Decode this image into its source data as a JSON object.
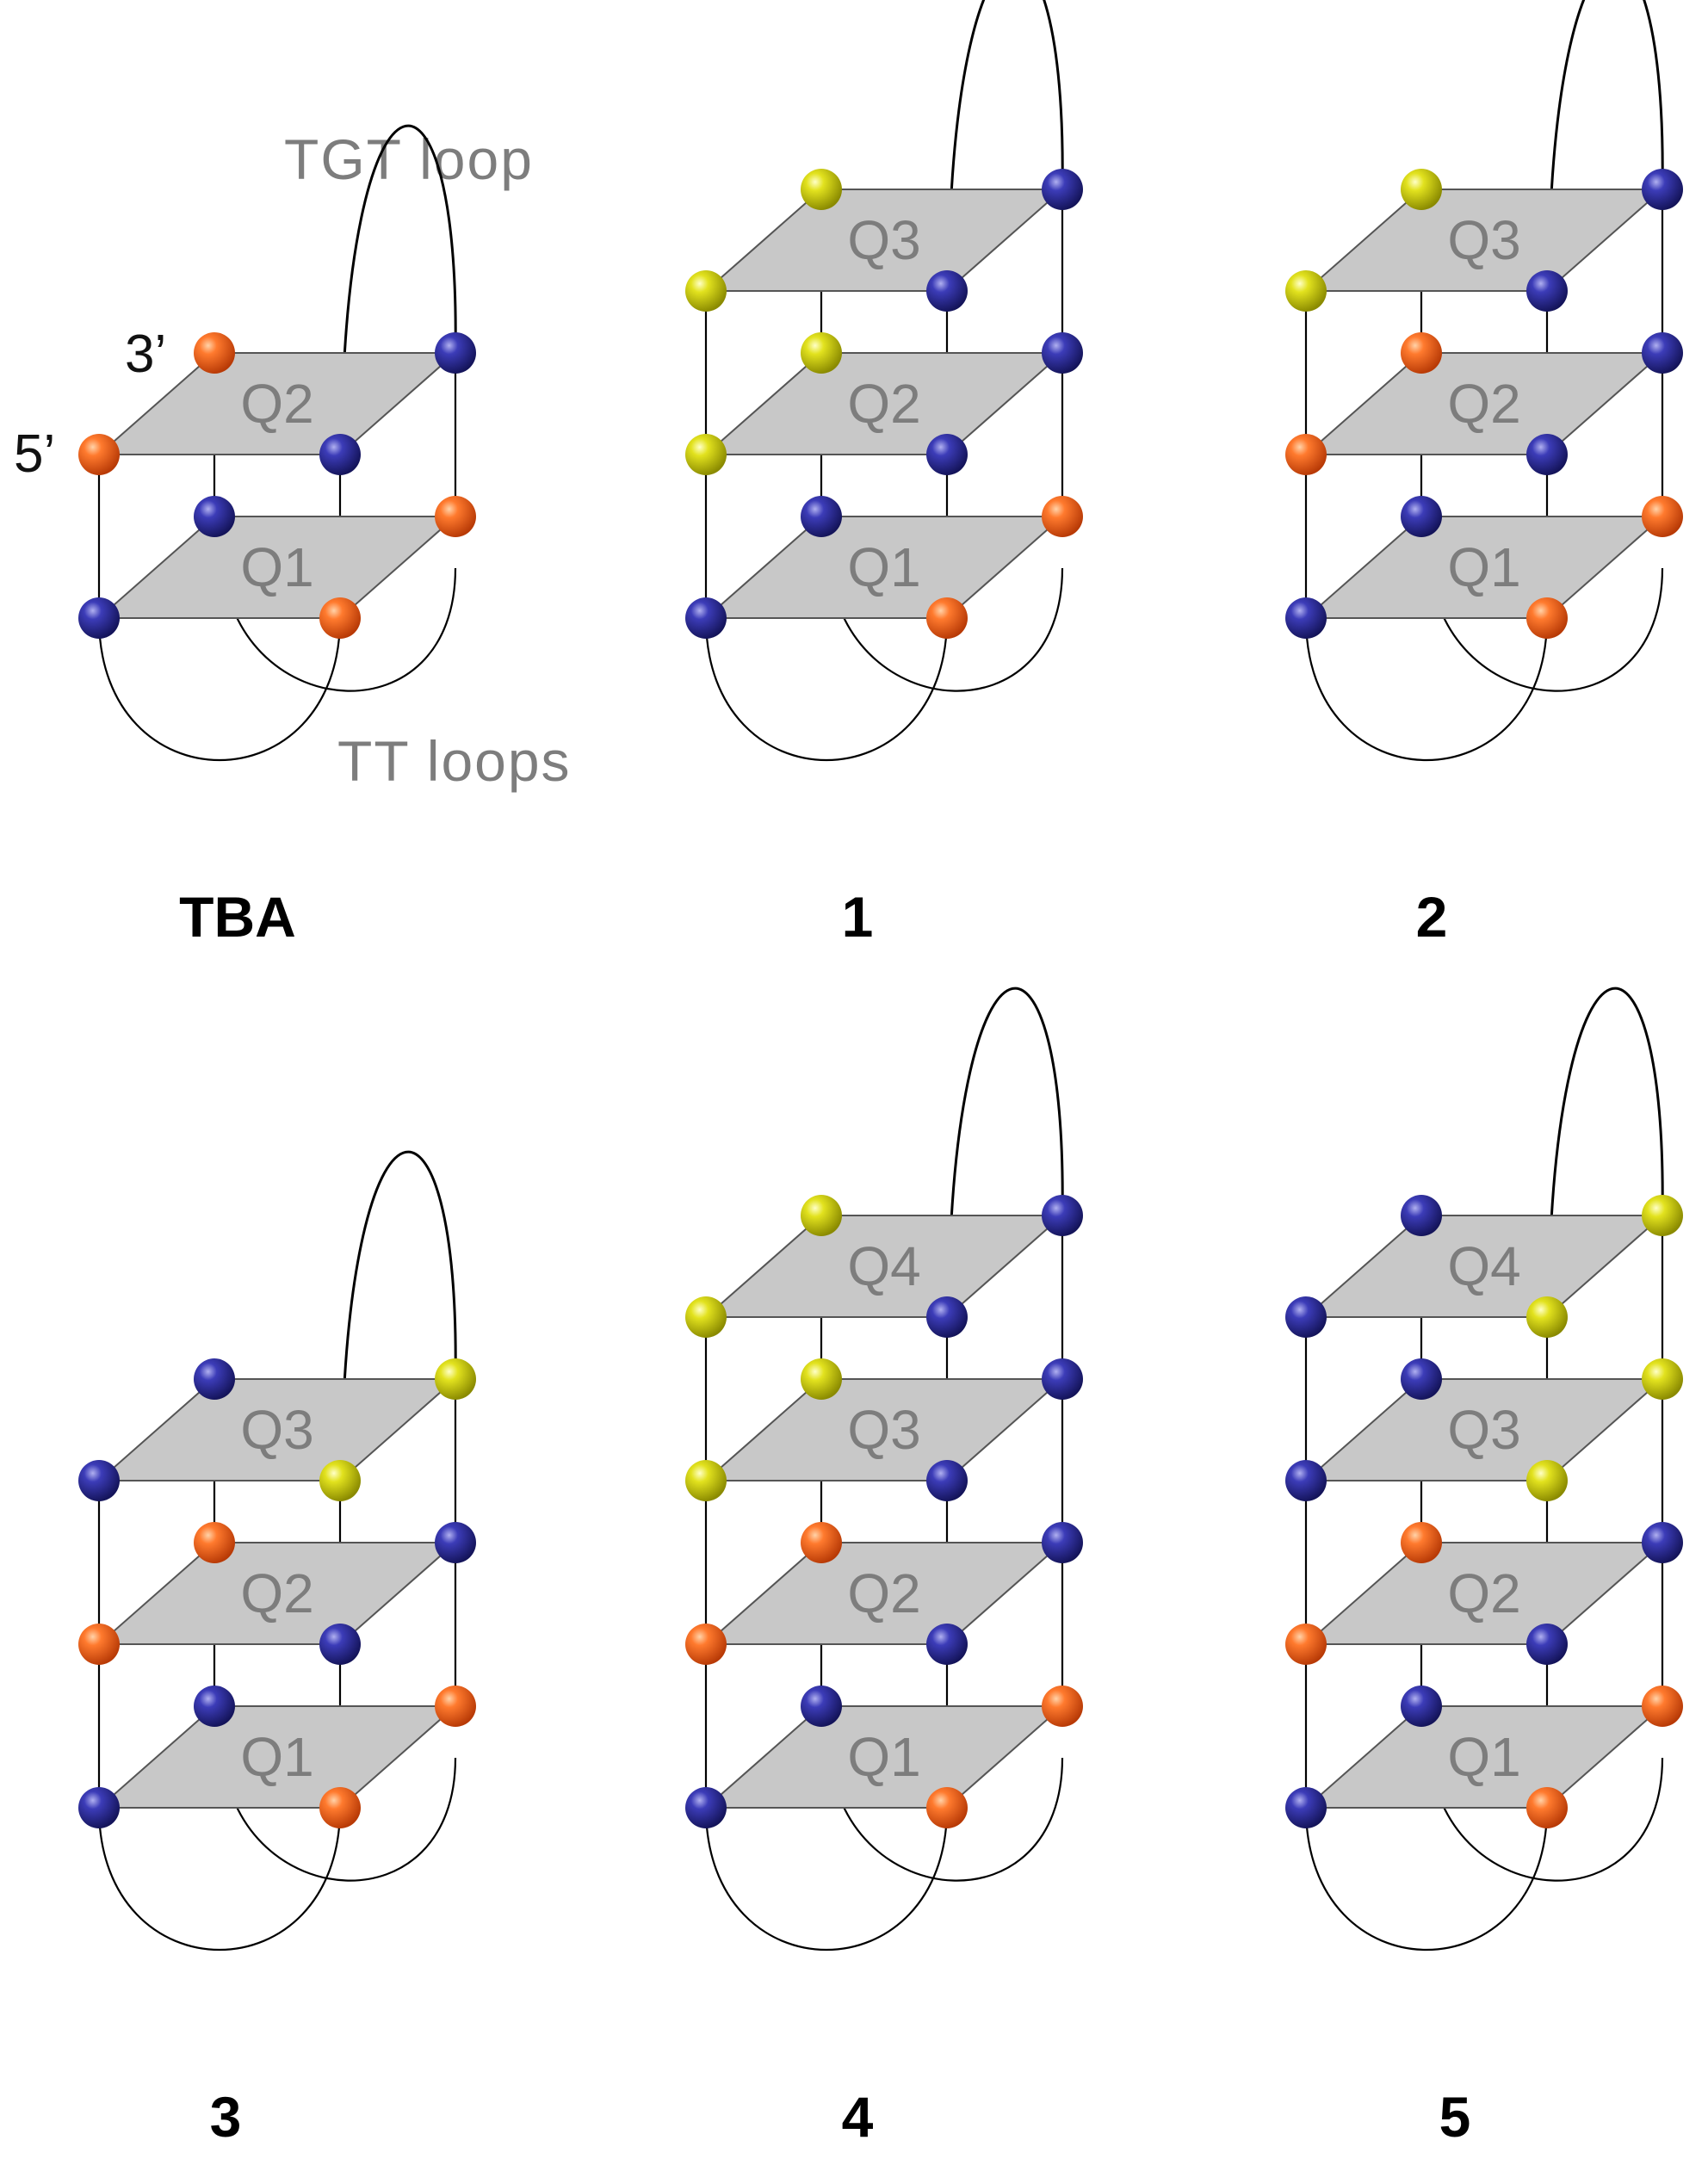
{
  "colors": {
    "orange": "#ec5a16",
    "blue": "#2e2e9e",
    "yellow": "#cccc10",
    "plane_fill": "#c8c8c8",
    "plane_stroke": "#555555",
    "line": "#000000",
    "label_gray": "#7d7d7d"
  },
  "annotations": {
    "tgt_loop": "TGT loop",
    "tt_loops": "TT loops",
    "three_prime": "3’",
    "five_prime": "5’"
  },
  "structures": [
    {
      "caption": "TBA",
      "tetrads": [
        {
          "label": "Q1",
          "corners": [
            "blue",
            "orange",
            "orange",
            "blue"
          ]
        },
        {
          "label": "Q2",
          "corners": [
            "orange",
            "blue",
            "blue",
            "orange"
          ]
        }
      ]
    },
    {
      "caption": "1",
      "tetrads": [
        {
          "label": "Q1",
          "corners": [
            "blue",
            "orange",
            "orange",
            "blue"
          ]
        },
        {
          "label": "Q2",
          "corners": [
            "yellow",
            "blue",
            "blue",
            "yellow"
          ]
        },
        {
          "label": "Q3",
          "corners": [
            "yellow",
            "blue",
            "blue",
            "yellow"
          ]
        }
      ]
    },
    {
      "caption": "2",
      "tetrads": [
        {
          "label": "Q1",
          "corners": [
            "blue",
            "orange",
            "orange",
            "blue"
          ]
        },
        {
          "label": "Q2",
          "corners": [
            "orange",
            "blue",
            "blue",
            "orange"
          ]
        },
        {
          "label": "Q3",
          "corners": [
            "yellow",
            "blue",
            "blue",
            "yellow"
          ]
        }
      ]
    },
    {
      "caption": "3",
      "tetrads": [
        {
          "label": "Q1",
          "corners": [
            "blue",
            "orange",
            "orange",
            "blue"
          ]
        },
        {
          "label": "Q2",
          "corners": [
            "orange",
            "blue",
            "blue",
            "orange"
          ]
        },
        {
          "label": "Q3",
          "corners": [
            "blue",
            "yellow",
            "yellow",
            "blue"
          ]
        }
      ]
    },
    {
      "caption": "4",
      "tetrads": [
        {
          "label": "Q1",
          "corners": [
            "blue",
            "orange",
            "orange",
            "blue"
          ]
        },
        {
          "label": "Q2",
          "corners": [
            "orange",
            "blue",
            "blue",
            "orange"
          ]
        },
        {
          "label": "Q3",
          "corners": [
            "yellow",
            "blue",
            "blue",
            "yellow"
          ]
        },
        {
          "label": "Q4",
          "corners": [
            "yellow",
            "blue",
            "blue",
            "yellow"
          ]
        }
      ]
    },
    {
      "caption": "5",
      "tetrads": [
        {
          "label": "Q1",
          "corners": [
            "blue",
            "orange",
            "orange",
            "blue"
          ]
        },
        {
          "label": "Q2",
          "corners": [
            "orange",
            "blue",
            "blue",
            "orange"
          ]
        },
        {
          "label": "Q3",
          "corners": [
            "blue",
            "yellow",
            "yellow",
            "blue"
          ]
        },
        {
          "label": "Q4",
          "corners": [
            "blue",
            "yellow",
            "yellow",
            "blue"
          ]
        }
      ]
    }
  ]
}
